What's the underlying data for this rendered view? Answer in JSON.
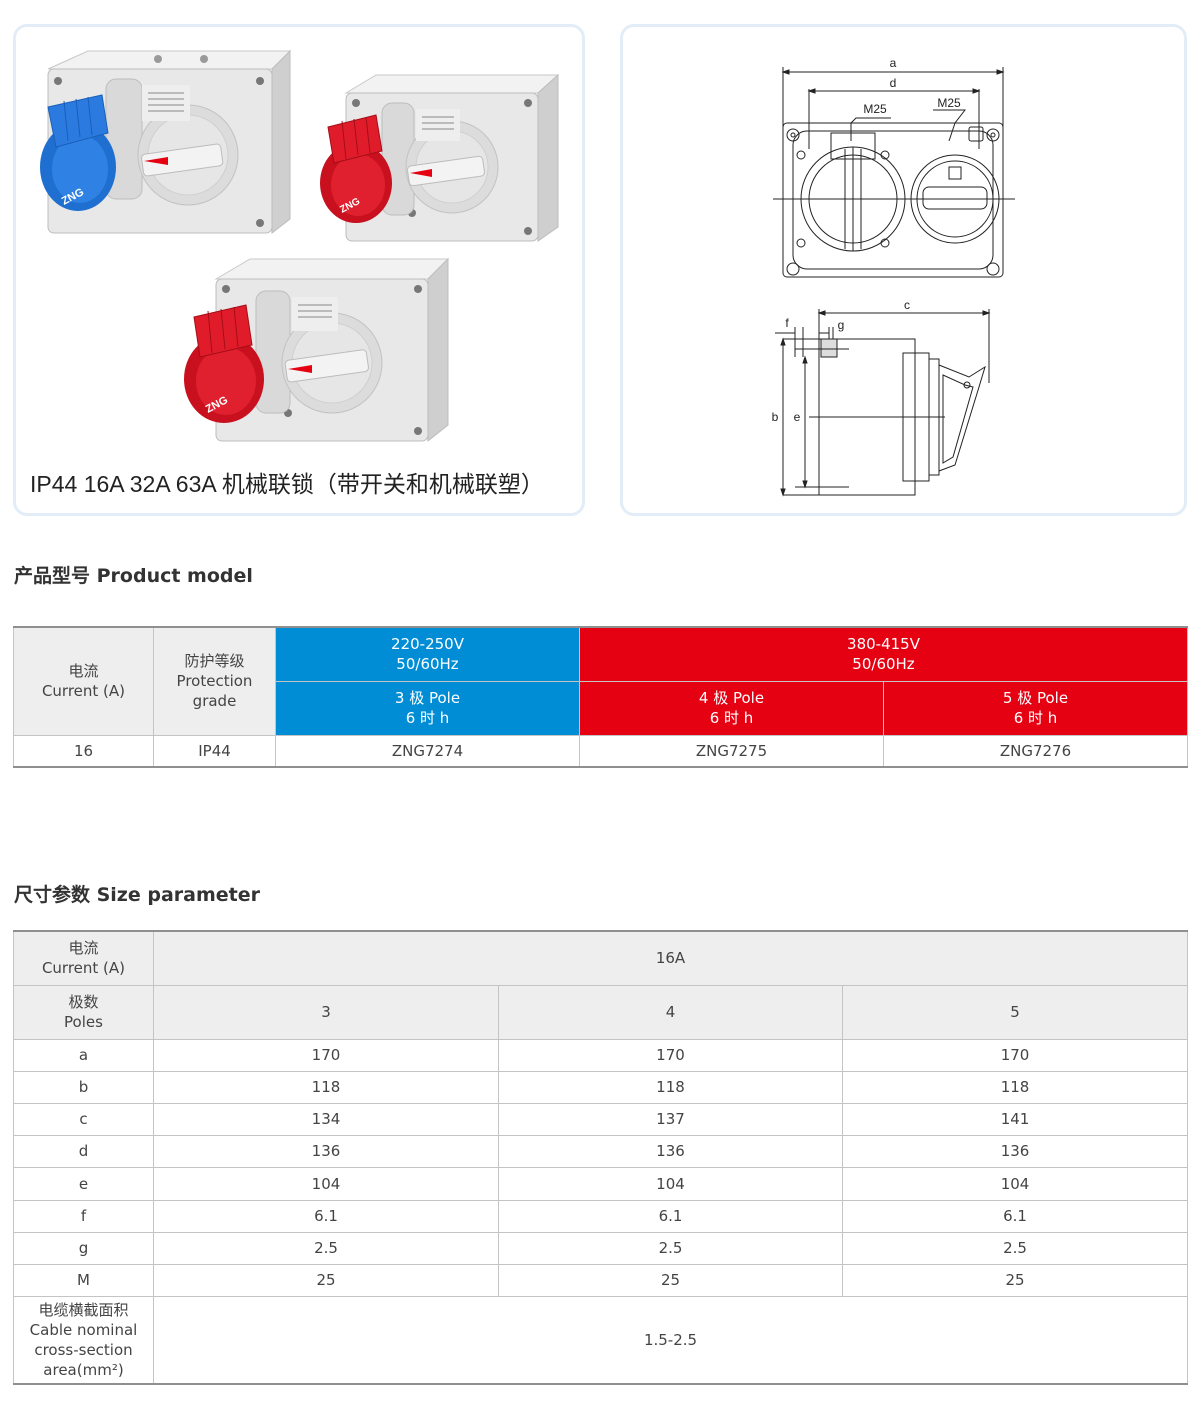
{
  "photo_caption": "IP44 16A 32A 63A  机械联锁（带开关和机械联塑）",
  "brand_mark": "ZNG",
  "colors": {
    "blue": "#008dd6",
    "red": "#e50012",
    "header_grey": "#eeeeee"
  },
  "drawing_labels": {
    "a": "a",
    "d": "d",
    "m25_left": "M25",
    "m25_right": "M25",
    "c": "c",
    "f": "f",
    "g": "g",
    "b": "b",
    "e": "e"
  },
  "sections": {
    "product_model_title": "产品型号 Product model",
    "size_parameter_title": "尺寸参数 Size parameter"
  },
  "model_table": {
    "current_cn": "电流",
    "current_en": "Current (A)",
    "protection_cn": "防护等级",
    "protection_en1": "Protection",
    "protection_en2": "grade",
    "v1_line1": "220-250V",
    "v1_line2": "50/60Hz",
    "v2_line1": "380-415V",
    "v2_line2": "50/60Hz",
    "pole3_line1": "3 极 Pole",
    "pole3_line2": "6 时 h",
    "pole4_line1": "4 极 Pole",
    "pole4_line2": "6 时 h",
    "pole5_line1": "5 极 Pole",
    "pole5_line2": "6 时 h",
    "row": {
      "current": "16",
      "protection": "IP44",
      "m3": "ZNG7274",
      "m4": "ZNG7275",
      "m5": "ZNG7276"
    }
  },
  "size_table": {
    "current_cn": "电流",
    "current_en": "Current (A)",
    "current_value": "16A",
    "poles_cn": "极数",
    "poles_en": "Poles",
    "poles": [
      "3",
      "4",
      "5"
    ],
    "rows": [
      {
        "label": "a",
        "values": [
          "170",
          "170",
          "170"
        ]
      },
      {
        "label": "b",
        "values": [
          "118",
          "118",
          "118"
        ]
      },
      {
        "label": "c",
        "values": [
          "134",
          "137",
          "141"
        ]
      },
      {
        "label": "d",
        "values": [
          "136",
          "136",
          "136"
        ]
      },
      {
        "label": "e",
        "values": [
          "104",
          "104",
          "104"
        ]
      },
      {
        "label": "f",
        "values": [
          "6.1",
          "6.1",
          "6.1"
        ]
      },
      {
        "label": "g",
        "values": [
          "2.5",
          "2.5",
          "2.5"
        ]
      },
      {
        "label": "M",
        "values": [
          "25",
          "25",
          "25"
        ]
      }
    ],
    "cable_line1": "电缆横截面积",
    "cable_line2": "Cable nominal",
    "cable_line3": "cross-section",
    "cable_line4": "area(mm²)",
    "cable_value": "1.5-2.5"
  }
}
